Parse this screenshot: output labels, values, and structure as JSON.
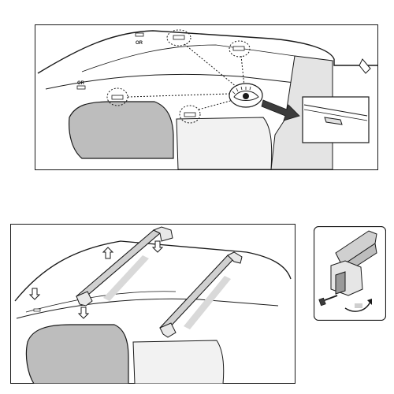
{
  "panels": [
    {
      "id": "top-panel",
      "description_labels": [
        "OR",
        "OR"
      ]
    }
  ],
  "labels": {
    "or_top": "OR",
    "or_left": "OR"
  },
  "colors": {
    "line": "#1a1a1a",
    "roof_fill": "#e9e9e9",
    "shadow_fill": "#bdbdbd",
    "arrow_fill": "#3c3c3c",
    "bar_fill": "#d0d0d0"
  },
  "icons": [
    "eye-icon",
    "right-arrow-icon",
    "up-arrow-icon",
    "down-arrow-icon",
    "bolt-icon",
    "rotate-arrow-icon"
  ]
}
